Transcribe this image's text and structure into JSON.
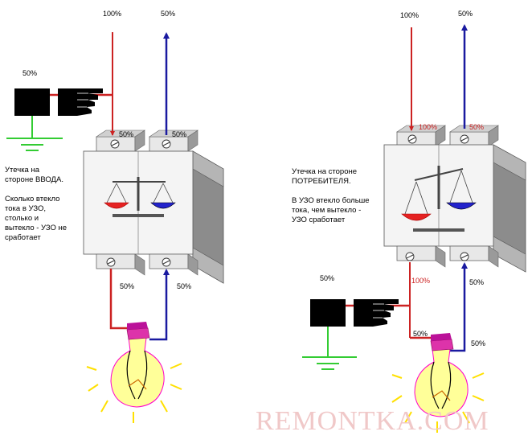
{
  "left_scene": {
    "input_red_percent": "100%",
    "input_blue_percent": "50%",
    "ground_percent": "50%",
    "terminal_top_left": "50%",
    "terminal_top_right": "50%",
    "terminal_bottom_left": "50%",
    "terminal_bottom_right": "50%",
    "note": "Утечка на\nстороне ВВОДА.\n\nСколько втекло\nтока в УЗО,\nстолько и\nвытекло - УЗО не\nсработает"
  },
  "right_scene": {
    "input_red_percent": "100%",
    "input_blue_percent": "50%",
    "terminal_top_left": "100%",
    "terminal_top_right": "50%",
    "terminal_bottom_left": "100%",
    "terminal_bottom_right": "50%",
    "ground_percent": "50%",
    "lamp_in_percent": "50%",
    "lamp_out_percent": "50%",
    "note": "Утечка на стороне\nПОТРЕБИТЕЛЯ.\n\nВ УЗО втекло больше\nтока, чем вытекло -\nУЗО сработает"
  },
  "watermark": "REMONTKA.COM",
  "colors": {
    "phase": "#cc2222",
    "neutral": "#1a1aa0",
    "ground": "#33cc33",
    "device_face": "#f4f4f4",
    "device_side": "#9a9a9a"
  }
}
